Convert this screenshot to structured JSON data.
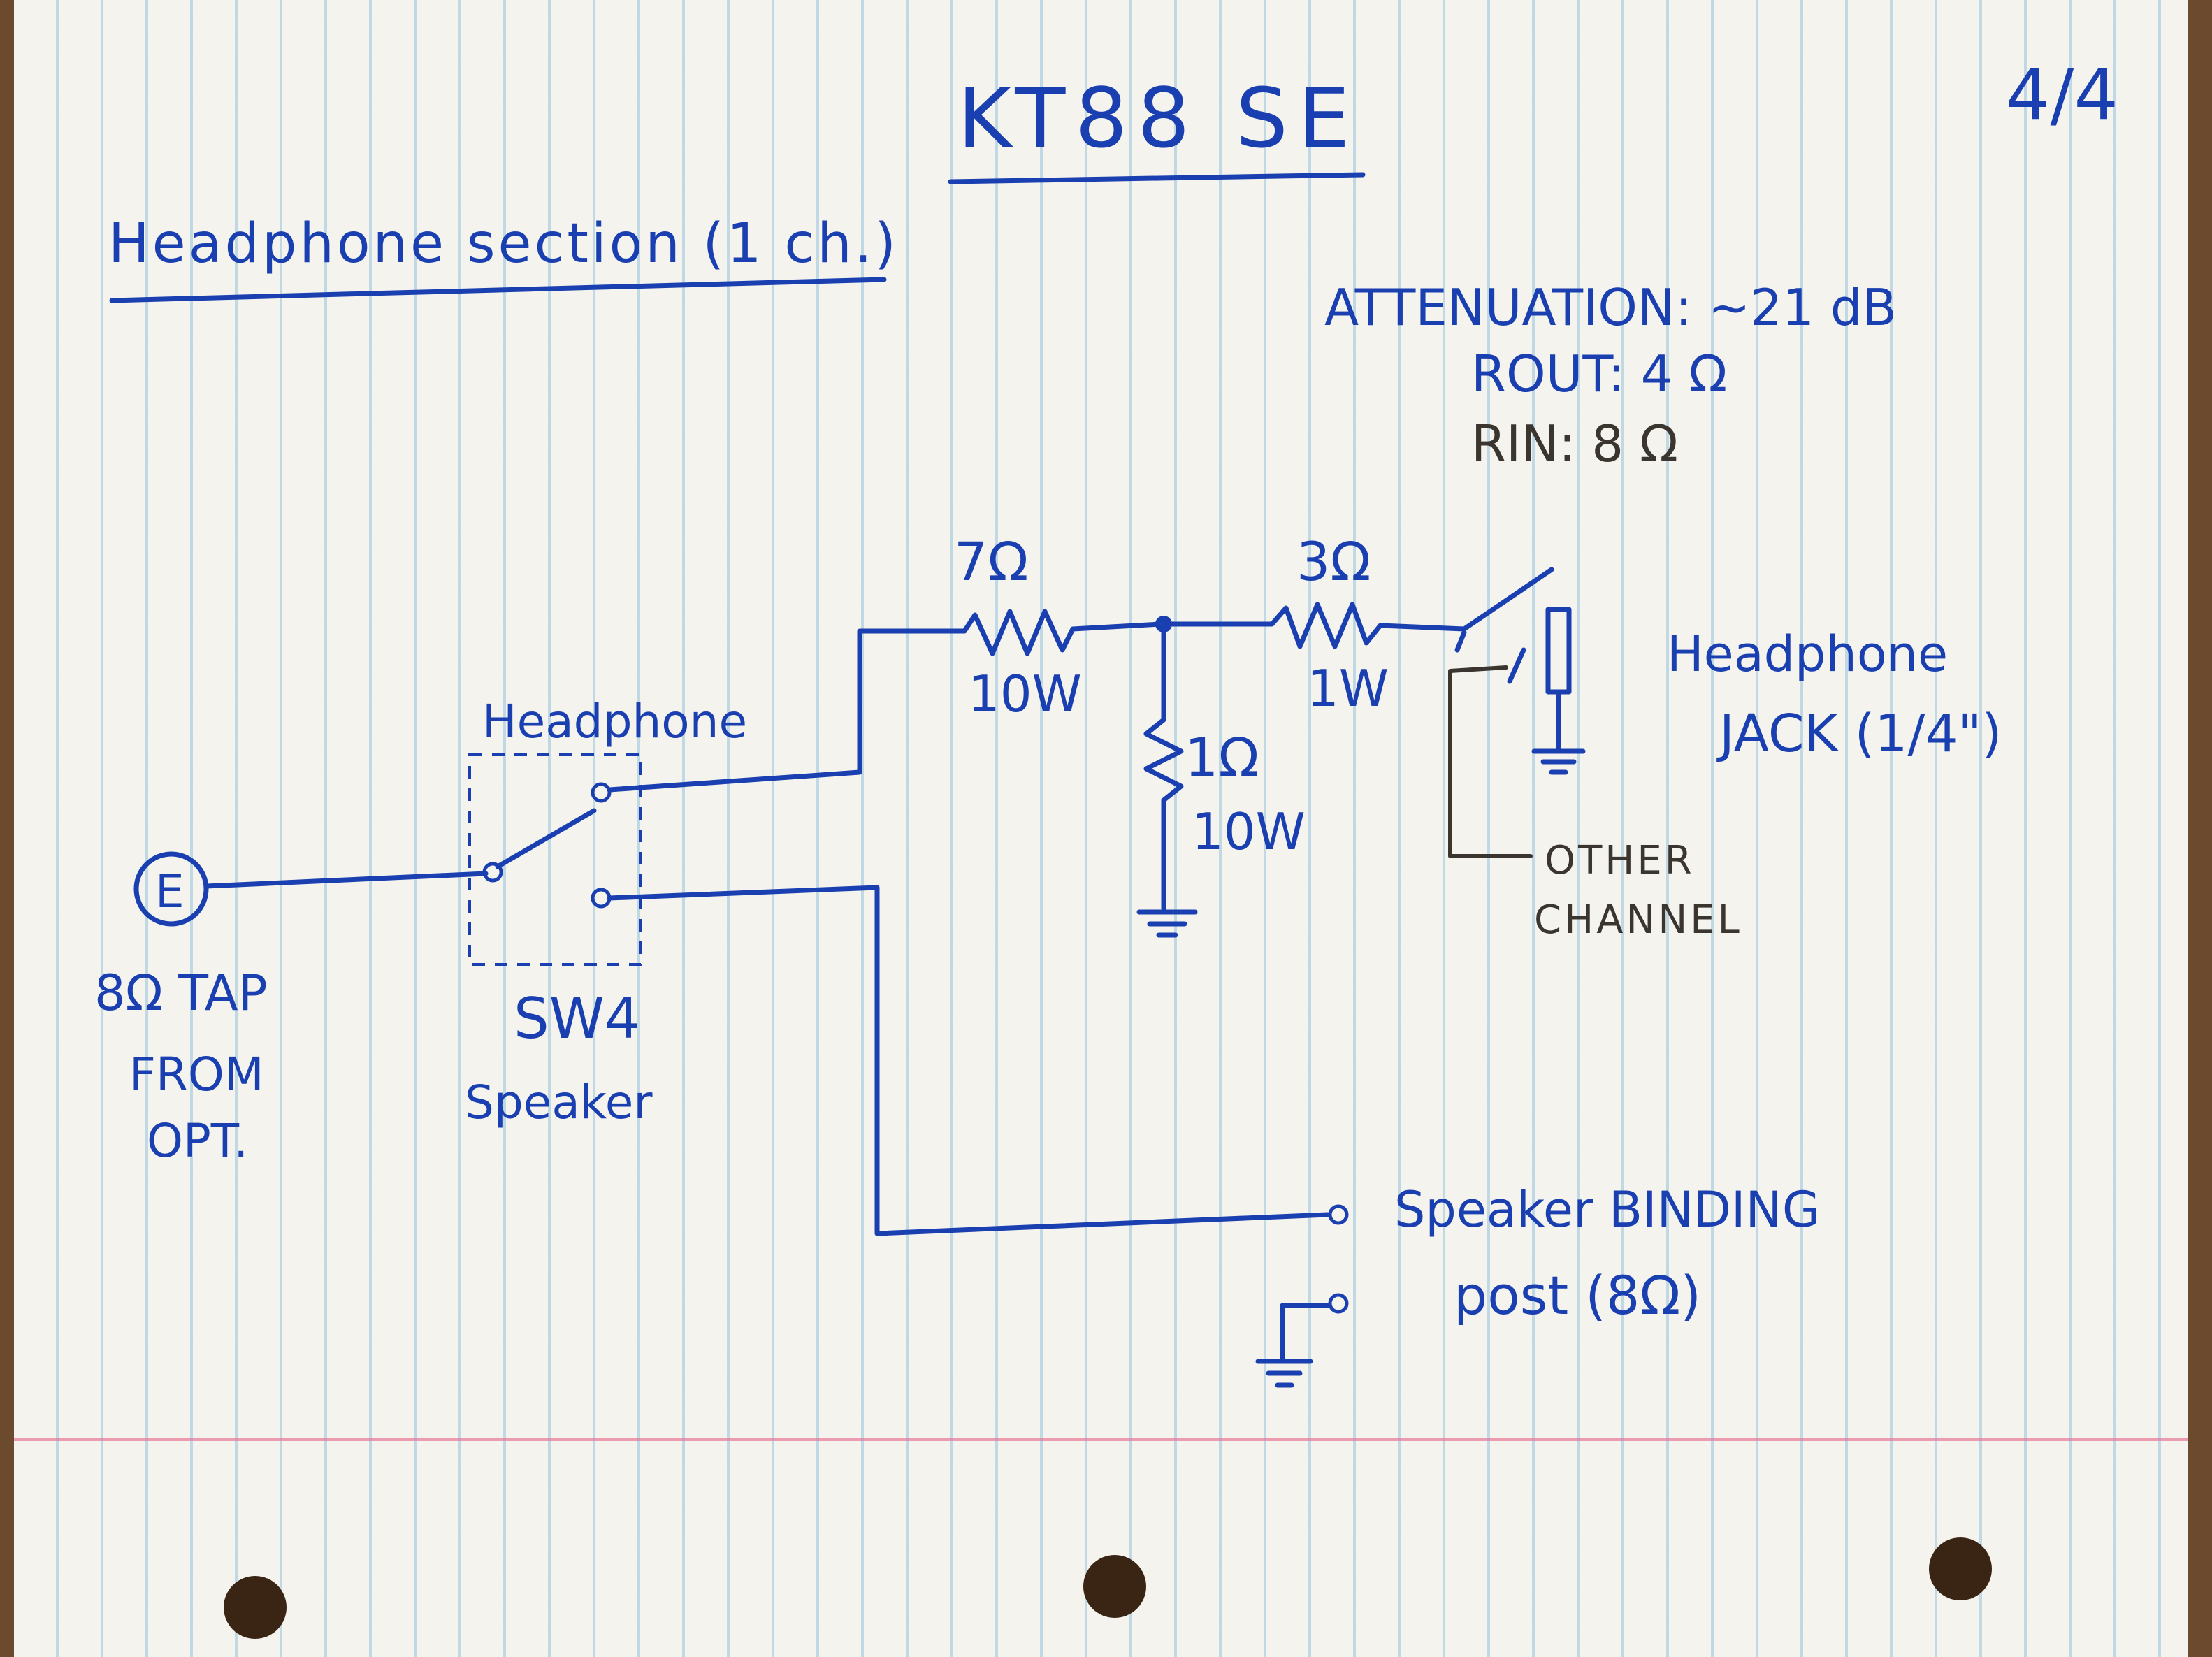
{
  "title": "KT88 SE",
  "page_number": "4/4",
  "section_heading": "Headphone section (1 ch.)",
  "specs": {
    "attenuation": "ATTENUATION: ~21 dB",
    "rout": "ROUT: 4 Ω",
    "rin": "RIN: 8 Ω"
  },
  "resistors": {
    "r_series_value": "7Ω",
    "r_series_power": "10W",
    "r_shunt_value": "1Ω",
    "r_shunt_power": "10W",
    "r_out_value": "3Ω",
    "r_out_power": "1W"
  },
  "input": {
    "terminal_symbol": "E",
    "label_line1": "8Ω TAP",
    "label_line2": "FROM",
    "label_line3": "OPT."
  },
  "switch": {
    "top_label": "Headphone",
    "name": "SW4",
    "bottom_label": "Speaker"
  },
  "jack": {
    "label_line1": "Headphone",
    "label_line2": "JACK (1/4\")"
  },
  "other_channel": {
    "line1": "OTHER",
    "line2": "CHANNEL"
  },
  "speaker_post": {
    "line1": "Speaker BINDING",
    "line2": "post (8Ω)"
  }
}
